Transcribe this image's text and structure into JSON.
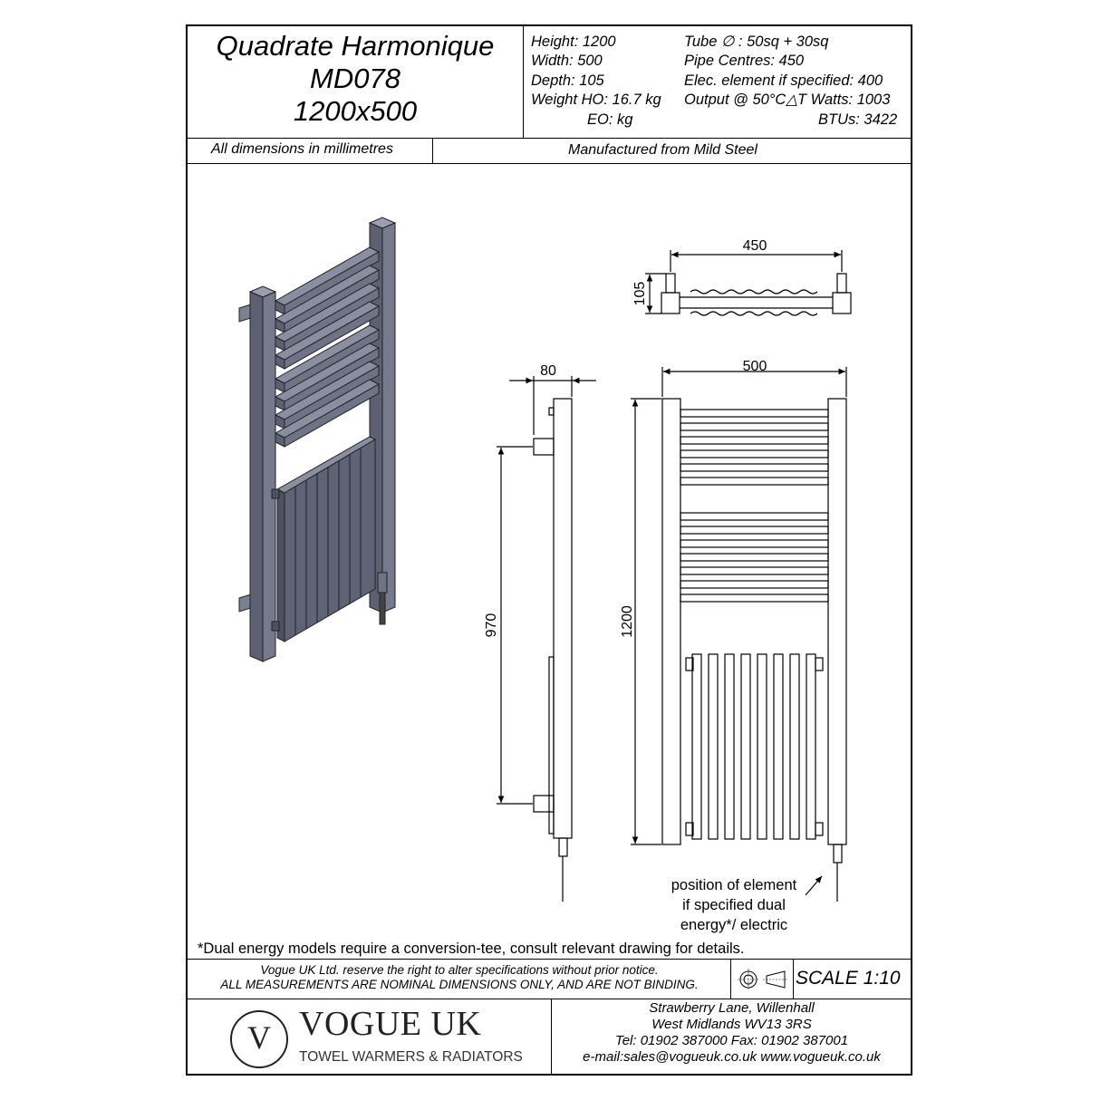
{
  "title": {
    "line1": "Quadrate Harmonique",
    "line2": "MD078",
    "line3": "1200x500"
  },
  "specs_left": {
    "height": "Height: 1200",
    "width": "Width: 500",
    "depth": "Depth: 105",
    "weight_ho": "Weight HO: 16.7 kg",
    "weight_eo": "EO:  kg"
  },
  "specs_right": {
    "tube": "Tube ∅ : 50sq + 30sq",
    "pipe_centres": "Pipe Centres: 450",
    "elec_element": "Elec. element if specified: 400",
    "output": "Output @ 50°C△T Watts: 1003",
    "btus": "BTUs: 3422"
  },
  "subheader": {
    "dimensions_note": "All dimensions in millimetres",
    "material_note": "Manufactured from Mild Steel"
  },
  "dimensions": {
    "top_width": "450",
    "top_depth": "105",
    "side_depth": "80",
    "side_height": "970",
    "front_width": "500",
    "front_height": "1200"
  },
  "element_note": {
    "line1": "position of element",
    "line2": "if specified dual",
    "line3": "energy*/ electric"
  },
  "footnote": "*Dual energy models require a conversion-tee, consult relevant drawing for details.",
  "disclaimer": {
    "line1": "Vogue UK Ltd. reserve the right to alter specifications without prior notice.",
    "line2": "ALL MEASUREMENTS ARE NOMINAL DIMENSIONS ONLY, AND ARE NOT BINDING."
  },
  "scale": "SCALE 1:10",
  "brand": {
    "logo_letter": "V",
    "name": "VOGUE UK",
    "tagline": "TOWEL WARMERS & RADIATORS"
  },
  "address": {
    "line1": "Strawberry Lane, Willenhall",
    "line2": "West Midlands WV13 3RS",
    "line3": "Tel: 01902 387000  Fax: 01902 387001",
    "line4": "e-mail:sales@vogueuk.co.uk  www.vogueuk.co.uk"
  },
  "colors": {
    "radiator_fill": "#6f7386",
    "radiator_dark": "#4e5162",
    "radiator_light": "#8a8ea0",
    "line": "#000000"
  },
  "icons": {
    "projection": "third-angle-projection-icon"
  }
}
